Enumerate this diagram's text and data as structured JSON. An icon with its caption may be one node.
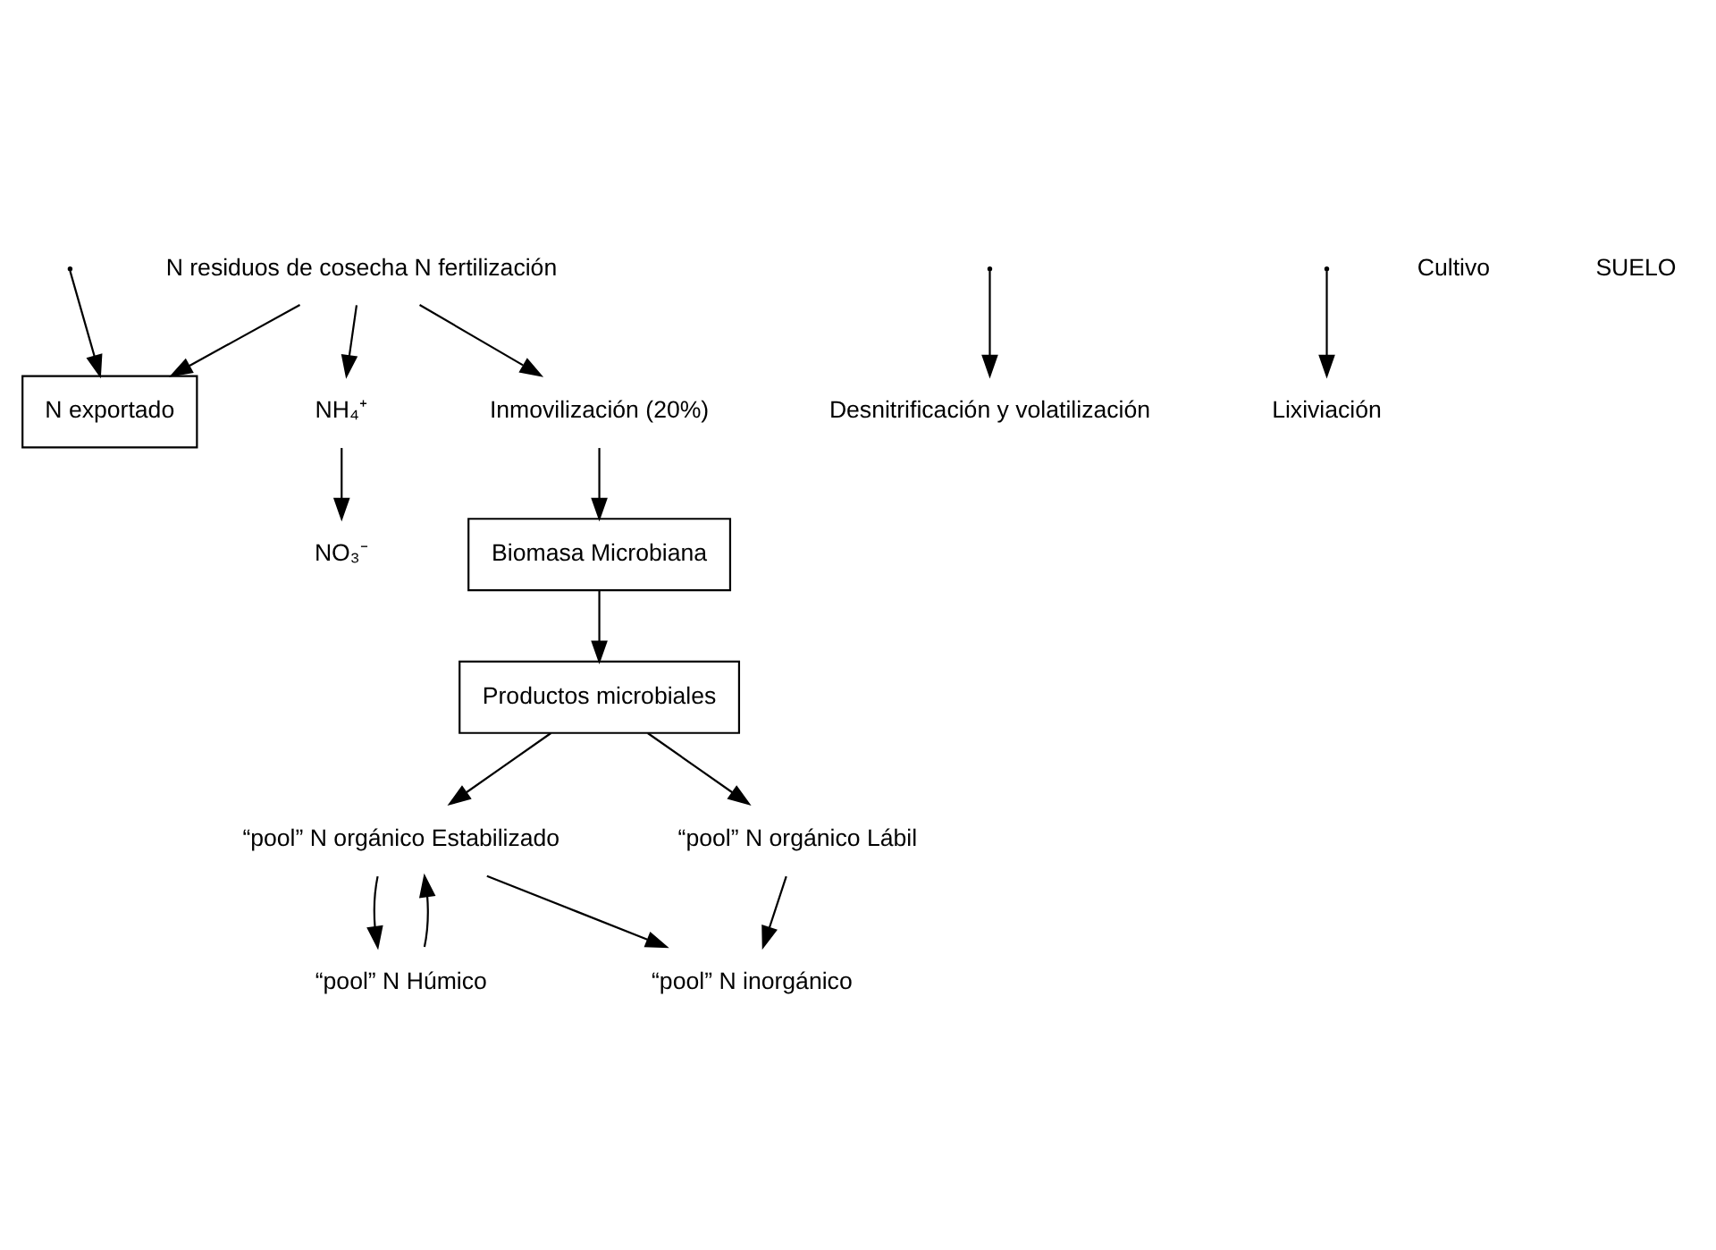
{
  "diagram": {
    "nodes": [
      {
        "text": [
          "N exportado"
        ]
      },
      {
        "text": [
          "N residuos de cosecha N fertilización"
        ]
      },
      {
        "text": [
          "Biomasa Microbiana"
        ]
      },
      {
        "text": [
          "Productos microbiales"
        ]
      },
      {
        "text": [
          "“pool” N Húmico"
        ]
      },
      {
        "text": [
          "“pool” N orgánico Estabilizado"
        ]
      },
      {
        "text": [
          "“pool” N orgánico Lábil"
        ]
      },
      {
        "text": [
          "“pool” N inorgánico"
        ]
      },
      {
        "text": [
          "NH₄⁺"
        ]
      },
      {
        "text": [
          "NO₃⁻"
        ]
      },
      {
        "text": [
          "Inmovilización (20%)"
        ]
      },
      {
        "text": [
          "Desnitrificación y volatilización"
        ]
      },
      {
        "text": [
          "Lixiviación"
        ]
      }
    ],
    "edges": [
      {
        "from": 1,
        "to": 0,
        "arrow": "to"
      },
      {
        "from": 1,
        "to": 10,
        "arrow": "to"
      },
      {
        "from": 1,
        "to": 8,
        "arrow": "to"
      },
      {
        "from": 10,
        "to": 2,
        "arrow": "to"
      },
      {
        "from": 2,
        "to": 3,
        "arrow": "to"
      },
      {
        "from": 3,
        "to": 5,
        "arrow": "to"
      },
      {
        "from": 3,
        "to": 6,
        "arrow": "to"
      },
      {
        "from": 5,
        "to": 4,
        "arrow": "to"
      },
      {
        "from": 4,
        "to": 5,
        "arrow": "to"
      },
      {
        "from": 5,
        "to": 7,
        "arrow": "to"
      },
      {
        "from": 6,
        "to": 7,
        "arrow": "to"
      },
      {
        "from": 8,
        "to": 9,
        "arrow": "to"
      },
      {
        "from": null,
        "to": 0,
        "arrow": "to"
      },
      {
        "from": null,
        "to": 11,
        "arrow": "to"
      },
      {
        "from": null,
        "to": 12,
        "arrow": "to"
      }
    ],
    "labels": [
      "Cultivo",
      "SUELO"
    ]
  }
}
